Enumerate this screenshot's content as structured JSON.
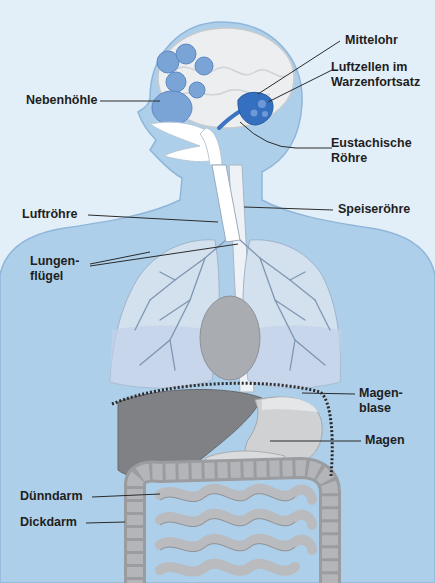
{
  "diagram": {
    "labels": [
      "Mittelohr",
      "Nebenhöhle",
      "Luftzellen im Warzenfortsatz",
      "Eustachische Röhre",
      "Luftröhre",
      "Speiseröhre",
      "Lungen- flügel",
      "Magen- blase",
      "Magen",
      "Dünndarm",
      "Dickdarm"
    ]
  }
}
